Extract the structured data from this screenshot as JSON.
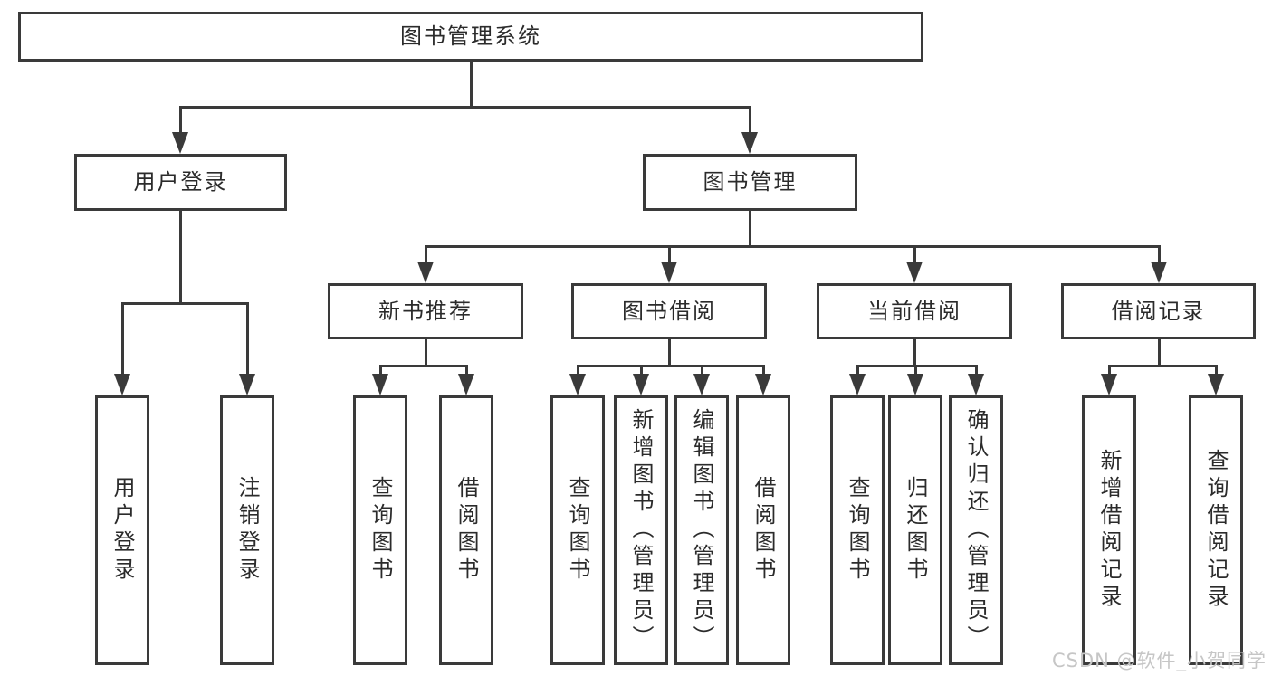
{
  "colors": {
    "line": "#3a3a3a",
    "text": "#2b2b2b",
    "watermark": "#c6c6c6",
    "background": "#ffffff"
  },
  "nodes": {
    "root": {
      "label": "图书管理系统"
    },
    "level2": [
      {
        "label": "用户登录"
      },
      {
        "label": "图书管理"
      }
    ],
    "level3": [
      {
        "label": "新书推荐"
      },
      {
        "label": "图书借阅"
      },
      {
        "label": "当前借阅"
      },
      {
        "label": "借阅记录"
      }
    ],
    "leaves": {
      "user_login": [
        "用户登录",
        "注销登录"
      ],
      "new_book": [
        "查询图书",
        "借阅图书"
      ],
      "book_borrow": [
        "查询图书",
        "新增图书（管理员）",
        "编辑图书（管理员）",
        "借阅图书"
      ],
      "current_borrow": [
        "查询图书",
        "归还图书",
        "确认归还（管理员）"
      ],
      "borrow_record": [
        "新增借阅记录",
        "查询借阅记录"
      ]
    }
  },
  "watermark": {
    "text": "CSDN @软件_小贺同学"
  }
}
